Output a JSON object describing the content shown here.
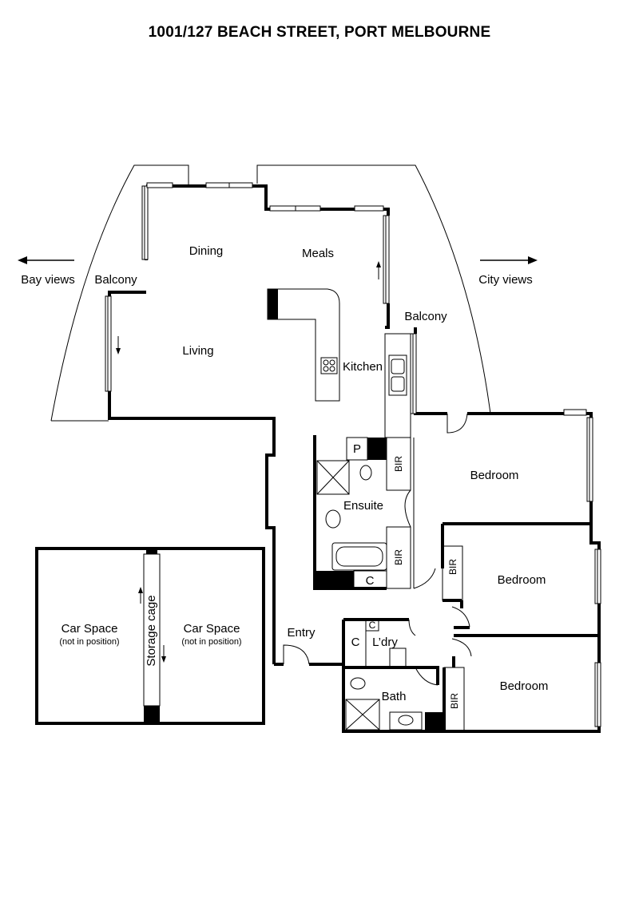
{
  "title": "1001/127 BEACH STREET, PORT MELBOURNE",
  "directions": {
    "left": "Bay views",
    "right": "City views"
  },
  "rooms": {
    "dining": "Dining",
    "meals": "Meals",
    "living": "Living",
    "kitchen": "Kitchen",
    "balcony_left": "Balcony",
    "balcony_right": "Balcony",
    "bedroom_1": "Bedroom",
    "bedroom_2": "Bedroom",
    "bedroom_3": "Bedroom",
    "ensuite": "Ensuite",
    "pantry": "P",
    "bir_1": "BIR",
    "bir_2": "BIR",
    "bir_3": "BIR",
    "bir_4": "BIR",
    "cupboard_ensuite": "C",
    "cupboard_laundry_top": "C",
    "cupboard_laundry": "C",
    "laundry": "L’dry",
    "bath": "Bath",
    "entry": "Entry",
    "car_space_1": "Car Space",
    "car_space_1_note": "(not in position)",
    "car_space_2": "Car Space",
    "car_space_2_note": "(not in position)",
    "storage_cage": "Storage cage"
  }
}
